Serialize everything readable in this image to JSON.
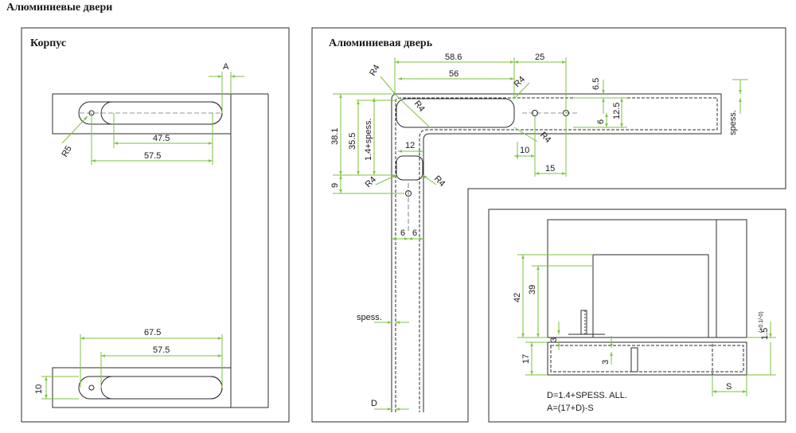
{
  "page": {
    "title": "Алюминиевые двери"
  },
  "korpus": {
    "title": "Корпус",
    "dims": {
      "a": "A",
      "r5": "R5",
      "d47_5": "47.5",
      "d57_5_top": "57.5",
      "d67_5": "67.5",
      "d57_5_bottom": "57.5",
      "d10": "10"
    }
  },
  "door": {
    "title": "Алюминиевая дверь",
    "dims": {
      "d58_6": "58.6",
      "d25": "25",
      "d56": "56",
      "d6_5": "6.5",
      "r4_a": "R4",
      "r4_b": "R4",
      "r4_c": "R4",
      "r4_d": "R4",
      "r4_e": "R4",
      "r4_f": "R4",
      "d38_1": "38.1",
      "d35_5": "35.5",
      "d1_4_spess": "1.4+spess.",
      "d12": "12",
      "d12_5": "12.5",
      "d6_right": "6",
      "spess_right": "spess.",
      "d10": "10",
      "d15": "15",
      "d9": "9",
      "d6_a": "6",
      "d6_b": "6",
      "spess_left": "spess.",
      "d_label": "D"
    }
  },
  "section": {
    "dims": {
      "d42": "42",
      "d39": "39",
      "d3_a": "3",
      "d3_b": "3",
      "d17": "17",
      "d1_5": "1.5",
      "tol": "(+0.1/-0)",
      "s_label": "S"
    },
    "formula_1": "D=1.4+SPESS. ALL.",
    "formula_2": "A=(17+D)-S"
  },
  "colors": {
    "dimension": "#7dc242",
    "outline": "#2b2b2b"
  }
}
